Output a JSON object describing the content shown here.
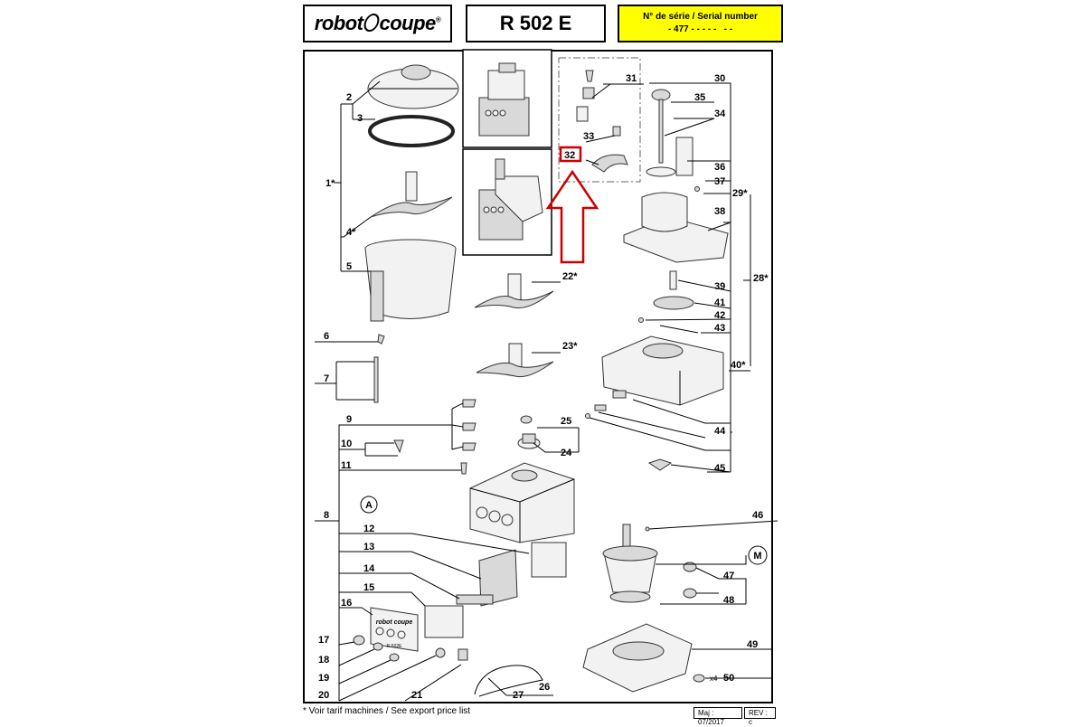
{
  "header": {
    "brand_left": "robot",
    "brand_right": "coupe",
    "brand_mark": "®",
    "model": "R 502 E",
    "serial_label": "N° de série / Serial number",
    "serial_value": "- 477 - - - - -   - -"
  },
  "callouts": {
    "n1": "1*",
    "n2": "2",
    "n3": "3",
    "n4": "4*",
    "n5": "5",
    "n6": "6",
    "n7": "7",
    "n8": "8",
    "n9": "9",
    "n10": "10",
    "n11": "11",
    "n12": "12",
    "n13": "13",
    "n14": "14",
    "n15": "15",
    "n16": "16",
    "n17": "17",
    "n18": "18",
    "n19": "19",
    "n20": "20",
    "n21": "21",
    "n22": "22*",
    "n23": "23*",
    "n24": "24",
    "n25": "25",
    "n26": "26",
    "n27": "27",
    "n28": "28*",
    "n29": "29*",
    "n30": "30",
    "n31": "31",
    "n32": "32",
    "n33": "33",
    "n34": "34",
    "n35": "35",
    "n36": "36",
    "n37": "37",
    "n38": "38",
    "n39": "39",
    "n40": "40*",
    "n41": "41",
    "n42": "42",
    "n43": "43",
    "n44": "44",
    "n45": "45",
    "n46": "46",
    "n47": "47",
    "n48": "48",
    "n49": "49",
    "n50": "50",
    "x4": "x4",
    "A": "A",
    "M": "M"
  },
  "faceplate": {
    "brand": "robot coupe",
    "model": "R-502E"
  },
  "footer": {
    "note": "* Voir tarif machines / See export price list",
    "maj": "Maj : 07/2017",
    "rev": "REV : c"
  },
  "colors": {
    "serial_bg": "#ffff00",
    "highlight": "#cc0000"
  }
}
